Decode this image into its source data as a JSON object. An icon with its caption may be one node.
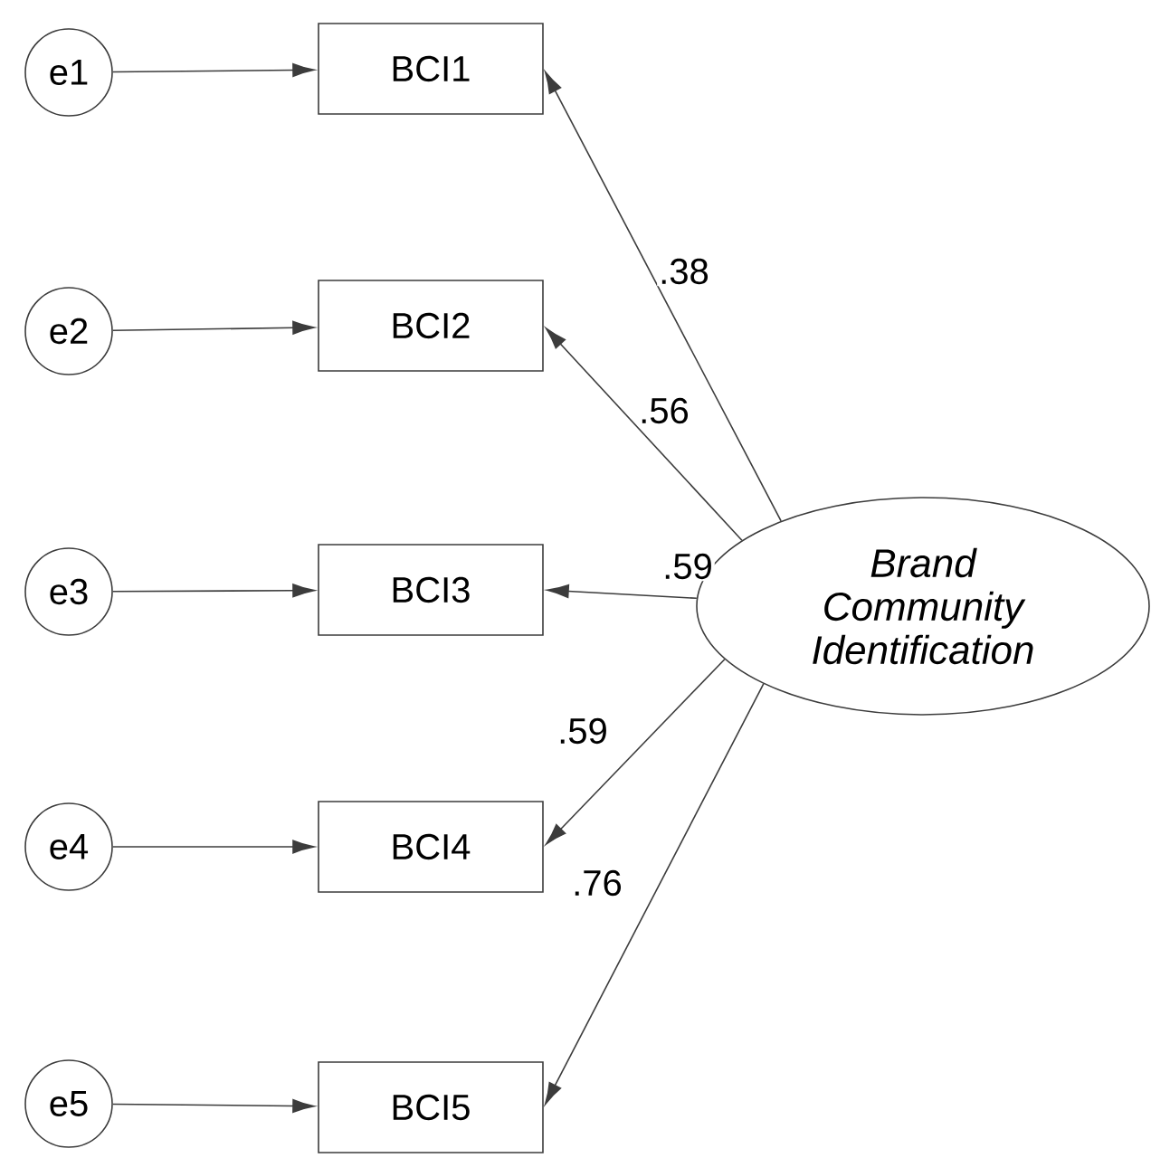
{
  "diagram": {
    "nodes": [
      {
        "text": [
          "e1"
        ]
      },
      {
        "text": [
          "BCI1"
        ]
      },
      {
        "text": [
          "e2"
        ]
      },
      {
        "text": [
          "BCI2"
        ]
      },
      {
        "text": [
          "e3"
        ]
      },
      {
        "text": [
          "BCI3"
        ]
      },
      {
        "text": [
          "e4"
        ]
      },
      {
        "text": [
          "BCI4"
        ]
      },
      {
        "text": [
          "e5"
        ]
      },
      {
        "text": [
          "BCI5"
        ]
      },
      {
        "text": [
          "Brand Community Identification"
        ]
      }
    ],
    "edges": [
      {
        "from": 0,
        "to": 1,
        "arrow": "to"
      },
      {
        "from": 2,
        "to": 3,
        "arrow": "to"
      },
      {
        "from": 4,
        "to": 5,
        "arrow": "to"
      },
      {
        "from": 6,
        "to": 7,
        "arrow": "to"
      },
      {
        "from": 8,
        "to": 9,
        "arrow": "to"
      },
      {
        "from": 10,
        "to": 1,
        "arrow": "to",
        "label": ".38"
      },
      {
        "from": 10,
        "to": 3,
        "arrow": "to",
        "label": ".56"
      },
      {
        "from": 10,
        "to": 5,
        "arrow": "to",
        "label": ".59"
      },
      {
        "from": 10,
        "to": 7,
        "arrow": "to",
        "label": ".59"
      },
      {
        "from": 10,
        "to": 9,
        "arrow": "to",
        "label": ".76"
      }
    ]
  }
}
